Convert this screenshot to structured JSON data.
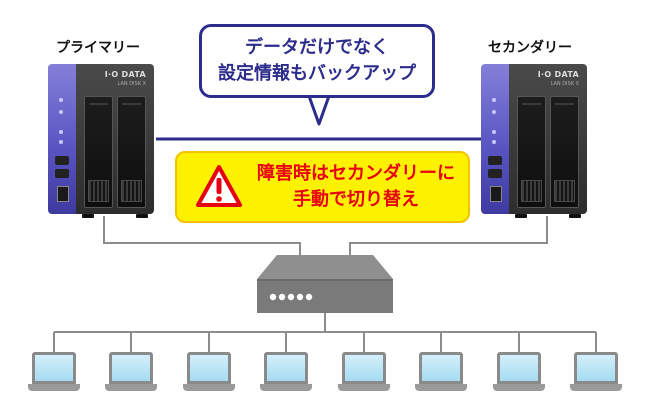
{
  "primary": {
    "label": "プライマリー",
    "brand": "I·O DATA",
    "model": "LAN DISK X"
  },
  "secondary": {
    "label": "セカンダリー",
    "brand": "I·O DATA",
    "model": "LAN DISK X"
  },
  "sync_callout": {
    "lines": [
      "データだけでなく",
      "設定情報もバックアップ"
    ],
    "color": "#2c2c8c"
  },
  "failover_notice": {
    "lines": [
      "障害時はセカンダリーに",
      "手動で切り替え"
    ],
    "text_color": "#e60012",
    "background": "#fff200",
    "icon": "warning-triangle-icon"
  },
  "network_switch": {
    "icon": "network-switch-icon",
    "port_count": 5
  },
  "clients": {
    "icon": "laptop-icon",
    "count": 8
  },
  "colors": {
    "link_line": "#2c2c8c",
    "cable": "#8c8c8c",
    "nas_accent": "#5a55c2"
  }
}
